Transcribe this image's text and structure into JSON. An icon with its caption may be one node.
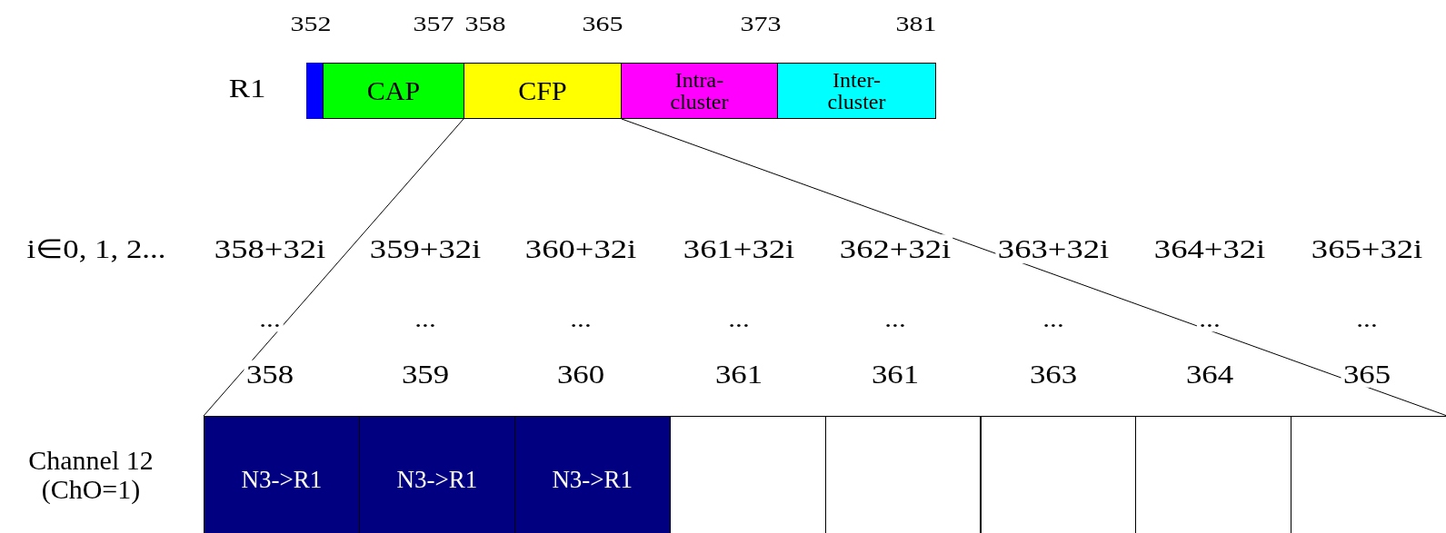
{
  "diagram": {
    "nodes": [
      {
        "text": [],
        "shape": "bar"
      },
      {
        "text": [
          "CAP"
        ]
      },
      {
        "text": [
          "CFP"
        ]
      },
      {
        "text": [
          "Intra-cluster"
        ]
      },
      {
        "text": [
          "Inter-cluster"
        ]
      },
      {
        "text": [
          "N3->R1"
        ]
      },
      {
        "text": [
          "N3->R1"
        ]
      },
      {
        "text": [
          "N3->R1"
        ]
      },
      {
        "text": [],
        "shape": "box"
      },
      {
        "text": [],
        "shape": "box"
      },
      {
        "text": [],
        "shape": "box"
      },
      {
        "text": [],
        "shape": "box"
      },
      {
        "text": [],
        "shape": "box"
      }
    ],
    "edges": [
      {
        "from": 2,
        "to": 5,
        "arrow": "none"
      },
      {
        "from": 2,
        "to": 12,
        "arrow": "none"
      }
    ],
    "labels": [
      "352",
      "357",
      "358",
      "365",
      "373",
      "381",
      "R1",
      "i∈0, 1, 2...",
      "358+32i",
      "359+32i",
      "360+32i",
      "361+32i",
      "362+32i",
      "363+32i",
      "364+32i",
      "365+32i",
      "...",
      "...",
      "...",
      "...",
      "...",
      "...",
      "...",
      "...",
      "358",
      "359",
      "360",
      "361",
      "361",
      "363",
      "364",
      "365",
      "Channel 12 (ChO=1)"
    ]
  }
}
